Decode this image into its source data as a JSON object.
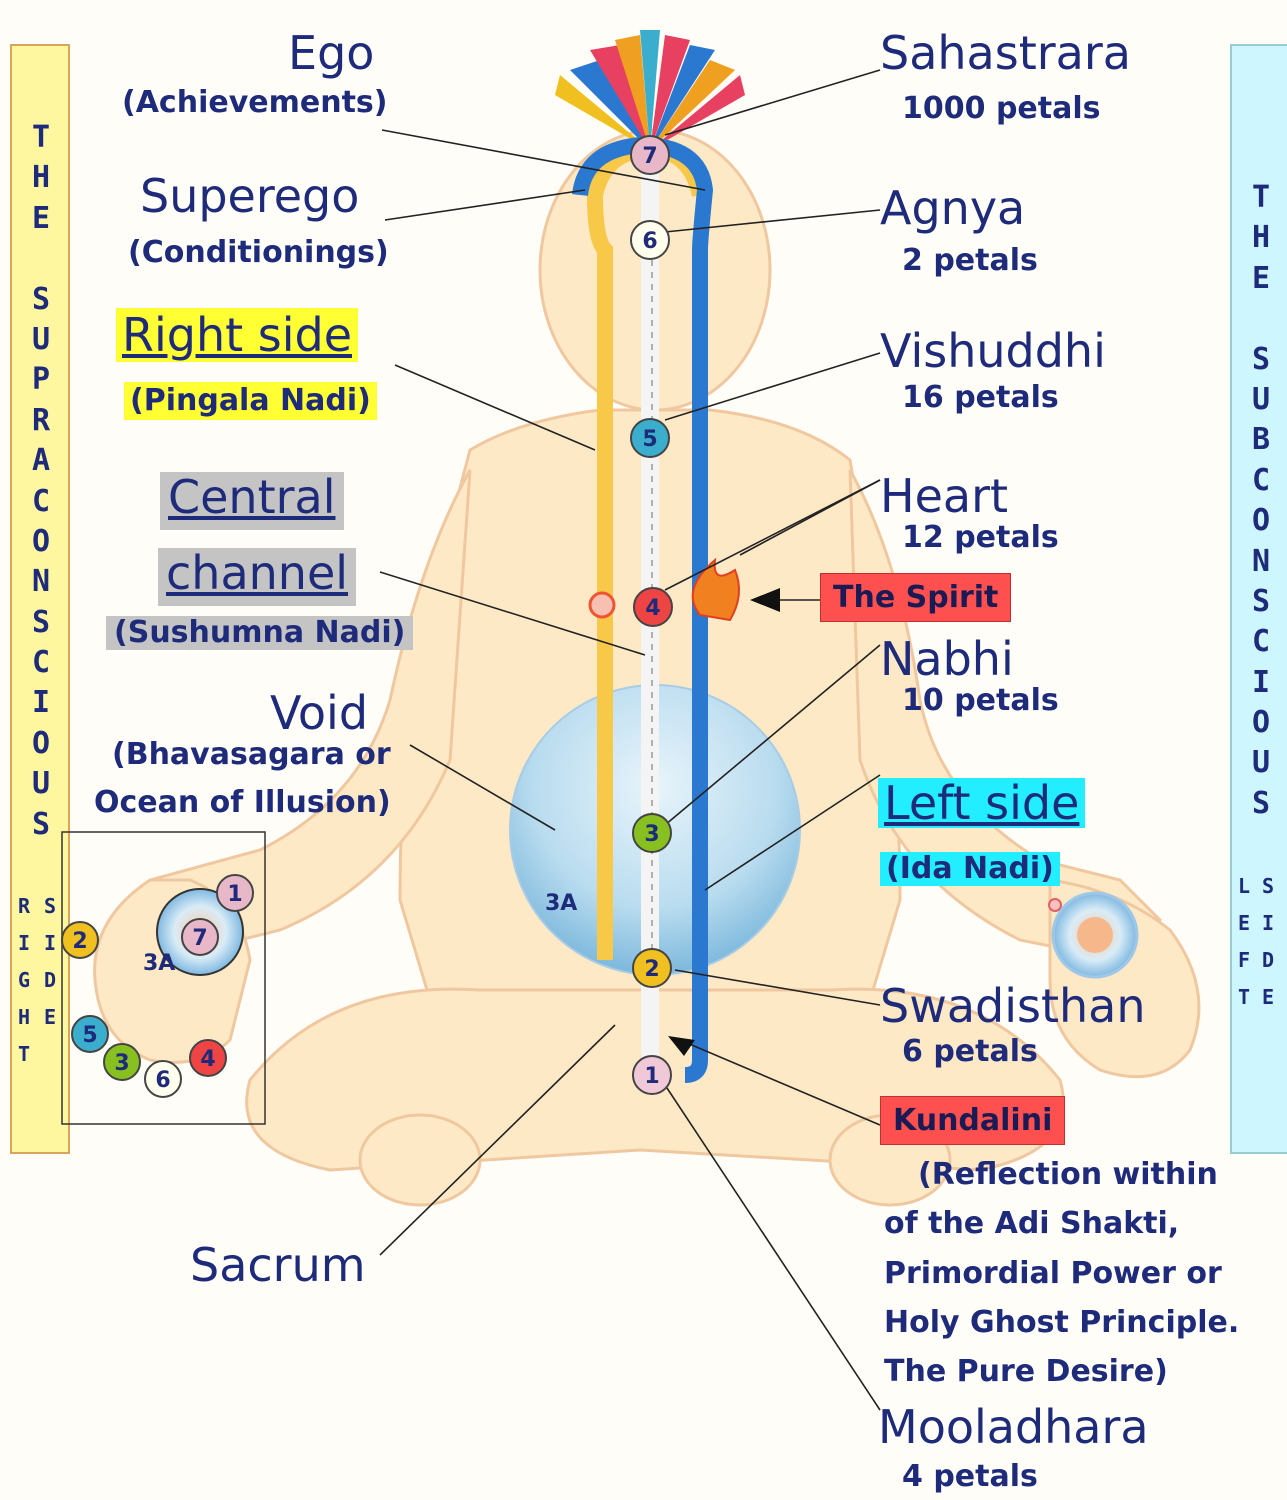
{
  "left_panel": {
    "vertical_text": "THE SUPRACONSCIOUS",
    "right_side_word": "RIGHT",
    "right_side_word2": "SIDE"
  },
  "right_panel": {
    "vertical_text": "THE SUBCONSCIOUS",
    "left_side_word": "LEFT",
    "left_side_word2": "SIDE"
  },
  "labels": {
    "ego": "Ego",
    "ego_sub": "(Achievements)",
    "superego": "Superego",
    "superego_sub": "(Conditionings)",
    "right_side": "Right side",
    "right_side_sub": "(Pingala Nadi)",
    "central_1": "Central",
    "central_2": "channel",
    "central_sub": "(Sushumna Nadi)",
    "void": "Void",
    "void_sub_1": "(Bhavasagara or",
    "void_sub_2": "Ocean of Illusion)",
    "sacrum": "Sacrum",
    "sahastrara": "Sahastrara",
    "sahastrara_sub": "1000 petals",
    "agnya": "Agnya",
    "agnya_sub": "2 petals",
    "vishuddhi": "Vishuddhi",
    "vishuddhi_sub": "16 petals",
    "heart": "Heart",
    "heart_sub": "12 petals",
    "spirit": "The Spirit",
    "nabhi": "Nabhi",
    "nabhi_sub": "10 petals",
    "left_side": "Left side",
    "left_side_sub": "(Ida Nadi)",
    "swadisthan": "Swadisthan",
    "swadisthan_sub": "6 petals",
    "kundalini": "Kundalini",
    "kundalini_desc_1": "(Reflection within",
    "kundalini_desc_2": "of the Adi Shakti,",
    "kundalini_desc_3": "Primordial Power or",
    "kundalini_desc_4": "Holy Ghost Principle.",
    "kundalini_desc_5": "The Pure Desire)",
    "mooladhara": "Mooladhara",
    "mooladhara_sub": "4 petals",
    "void_3a": "3A",
    "hand_3a": "3A"
  },
  "chakras": [
    {
      "n": "7",
      "color": "#e8b8c8"
    },
    {
      "n": "6",
      "color": "#ffffee"
    },
    {
      "n": "5",
      "color": "#3aaecc"
    },
    {
      "n": "4",
      "color": "#ee4444"
    },
    {
      "n": "3",
      "color": "#88c020"
    },
    {
      "n": "2",
      "color": "#f0c020"
    },
    {
      "n": "1",
      "color": "#f0c8d8"
    }
  ],
  "hand_points": [
    {
      "n": "1",
      "color": "#e8b8c8"
    },
    {
      "n": "7",
      "color": "#e8b8c8"
    },
    {
      "n": "2",
      "color": "#f0c020"
    },
    {
      "n": "5",
      "color": "#3aaecc"
    },
    {
      "n": "3",
      "color": "#88c020"
    },
    {
      "n": "6",
      "color": "#ffffee"
    },
    {
      "n": "4",
      "color": "#ee4444"
    }
  ],
  "colors": {
    "right_channel": "#f8c848",
    "left_channel": "#2a78d0",
    "left_panel_bg": "#fff7a0",
    "right_panel_bg": "#cdf6ff",
    "body_fill": "#fde9c6"
  }
}
